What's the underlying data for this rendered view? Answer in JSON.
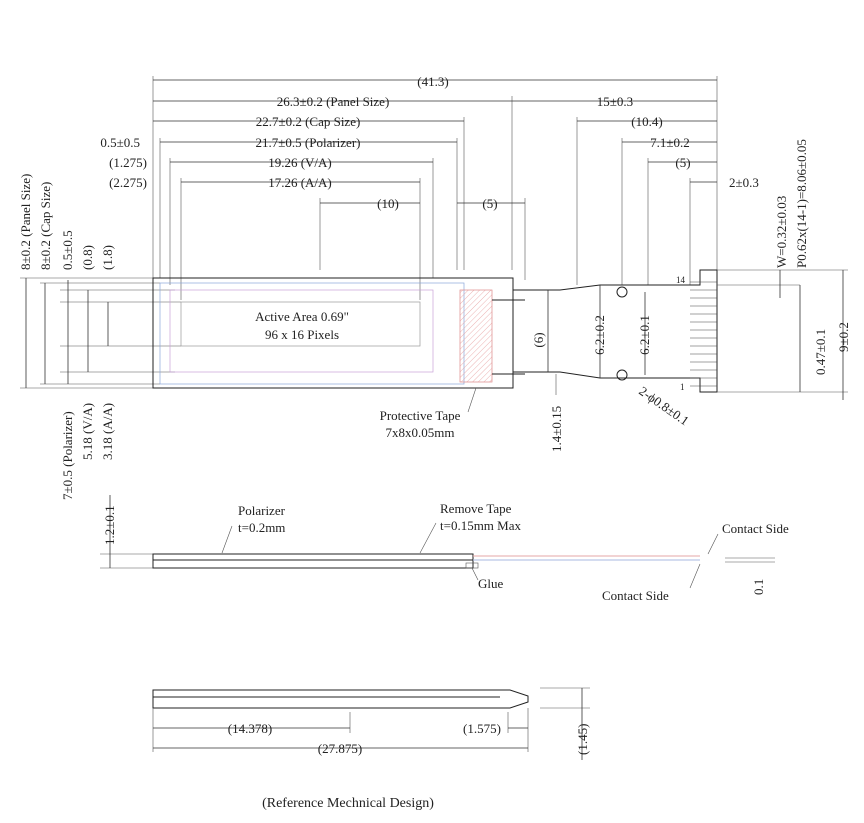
{
  "top_dims": {
    "total": "(41.3)",
    "panel": "26.3±0.2 (Panel Size)",
    "cap": "22.7±0.2 (Cap Size)",
    "pol": "21.7±0.5 (Polarizer)",
    "va": "19.26 (V/A)",
    "aa": "17.26 (A/A)",
    "ten": "(10)",
    "five_mid": "(5)",
    "fifteen": "15±0.3",
    "ten4": "(10.4)",
    "seven1": "7.1±0.2",
    "five_r": "(5)",
    "two3": "2±0.3",
    "off05": "0.5±0.5",
    "off1275": "(1.275)",
    "off2275": "(2.275)"
  },
  "left_dims": {
    "panel_h": "8±0.2 (Panel Size)",
    "cap_h": "8±0.2 (Cap Size)",
    "v05": "0.5±0.5",
    "v08": "(0.8)",
    "v18": "(1.8)",
    "pol_h": "7±0.5 (Polarizer)",
    "va_h": "5.18 (V/A)",
    "aa_h": "3.18 (A/A)"
  },
  "center": {
    "active_area": "Active Area 0.69\"",
    "pixels": "96 x 16 Pixels",
    "six": "(6)",
    "six2a": "6.2±0.2",
    "six2b": "6.2±0.1",
    "hole": "2-ϕ0.8±0.1",
    "one4": "1.4±0.15",
    "tape1": "Protective Tape",
    "tape2": "7x8x0.05mm"
  },
  "right_dims": {
    "w": "W=0.32±0.03",
    "p": "P0.62x(14-1)=8.06±0.05",
    "d047": "0.47±0.1",
    "d9": "9±0.2",
    "pin14": "14",
    "pin1": "1"
  },
  "side_view": {
    "t12": "1.2±0.1",
    "pol1": "Polarizer",
    "pol2": "t=0.2mm",
    "rt1": "Remove Tape",
    "rt2": "t=0.15mm Max",
    "glue": "Glue",
    "cs1": "Contact Side",
    "cs2": "Contact Side",
    "t01": "0.1"
  },
  "bottom_view": {
    "d14378": "(14.378)",
    "d1575": "(1.575)",
    "d27875": "(27.875)",
    "d145": "(1.45)"
  },
  "footer": "(Reference Mechnical Design)"
}
